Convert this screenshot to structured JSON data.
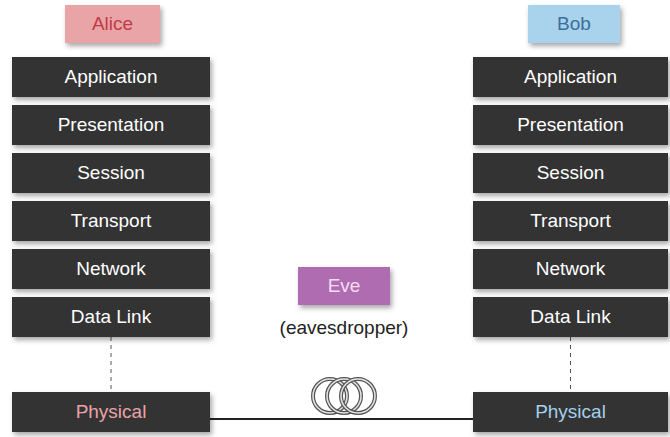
{
  "diagram": {
    "nodes": [
      {
        "text": [
          "Alice"
        ]
      },
      {
        "text": [
          "Bob"
        ]
      },
      {
        "text": [
          "Application"
        ]
      },
      {
        "text": [
          "Application"
        ]
      },
      {
        "text": [
          "Presentation"
        ]
      },
      {
        "text": [
          "Presentation"
        ]
      },
      {
        "text": [
          "Session"
        ]
      },
      {
        "text": [
          "Session"
        ]
      },
      {
        "text": [
          "Transport"
        ]
      },
      {
        "text": [
          "Transport"
        ]
      },
      {
        "text": [
          "Network"
        ]
      },
      {
        "text": [
          "Network"
        ]
      },
      {
        "text": [
          "Eve",
          "(eavesdropper)"
        ]
      },
      {
        "text": [
          "Data Link"
        ]
      },
      {
        "text": [
          "Data Link"
        ]
      },
      {
        "text": [
          "Physical"
        ]
      },
      {
        "text": [
          "Physical"
        ]
      }
    ],
    "edges": [
      {
        "from": 13,
        "to": 15,
        "arrow": "none"
      },
      {
        "from": 14,
        "to": 16,
        "arrow": "none"
      },
      {
        "from": 15,
        "to": 16,
        "arrow": "none"
      }
    ]
  }
}
